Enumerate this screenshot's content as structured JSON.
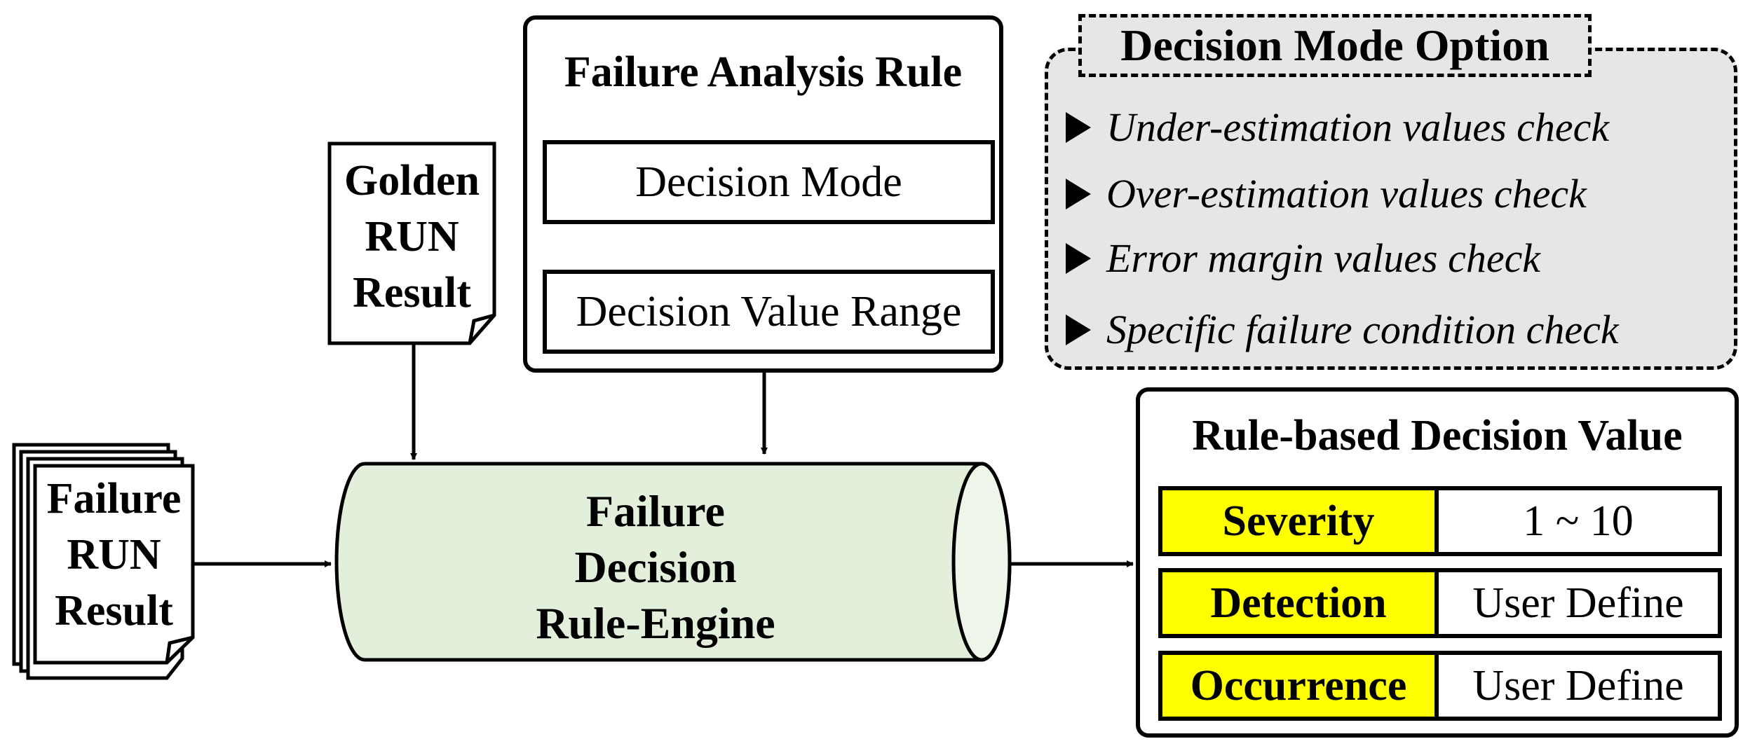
{
  "failure_analysis_rule": {
    "title": "Failure Analysis Rule",
    "decision_mode": "Decision Mode",
    "decision_value_range": "Decision Value Range"
  },
  "golden_run": {
    "line1": "Golden",
    "line2": "RUN",
    "line3": "Result"
  },
  "failure_run": {
    "line1": "Failure",
    "line2": "RUN",
    "line3": "Result"
  },
  "engine": {
    "line1": "Failure",
    "line2": "Decision",
    "line3": "Rule-Engine"
  },
  "decision_mode_option": {
    "title": "Decision Mode Option",
    "items": [
      "Under-estimation values check",
      "Over-estimation values check",
      "Error margin values check",
      "Specific failure condition check"
    ]
  },
  "rule_based_decision_value": {
    "title": "Rule-based Decision Value",
    "rows": [
      {
        "key": "Severity",
        "value": "1 ~ 10"
      },
      {
        "key": "Detection",
        "value": "User Define"
      },
      {
        "key": "Occurrence",
        "value": "User Define"
      }
    ]
  },
  "colors": {
    "engine_fill": "#e2efda",
    "key_fill": "#ffff00",
    "option_fill": "#e6e6e6"
  }
}
